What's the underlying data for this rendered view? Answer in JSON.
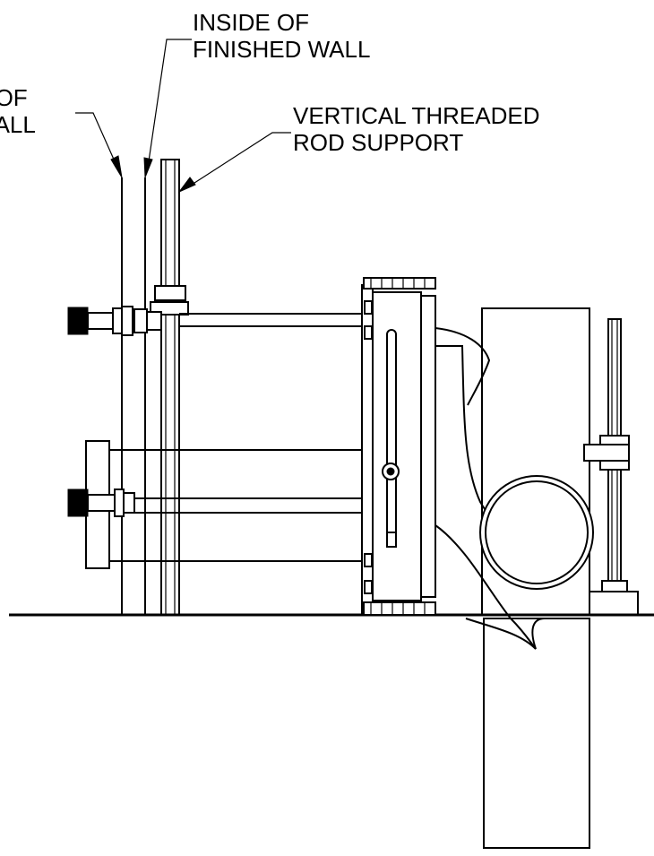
{
  "callouts": {
    "outside_wall": {
      "line1": "E OF",
      "line2": "WALL"
    },
    "inside_wall": {
      "line1": "INSIDE OF",
      "line2": "FINISHED WALL"
    },
    "rod_support": {
      "line1": "VERTICAL THREADED",
      "line2": "ROD SUPPORT"
    }
  },
  "colors": {
    "line": "#000000",
    "background": "#ffffff"
  }
}
